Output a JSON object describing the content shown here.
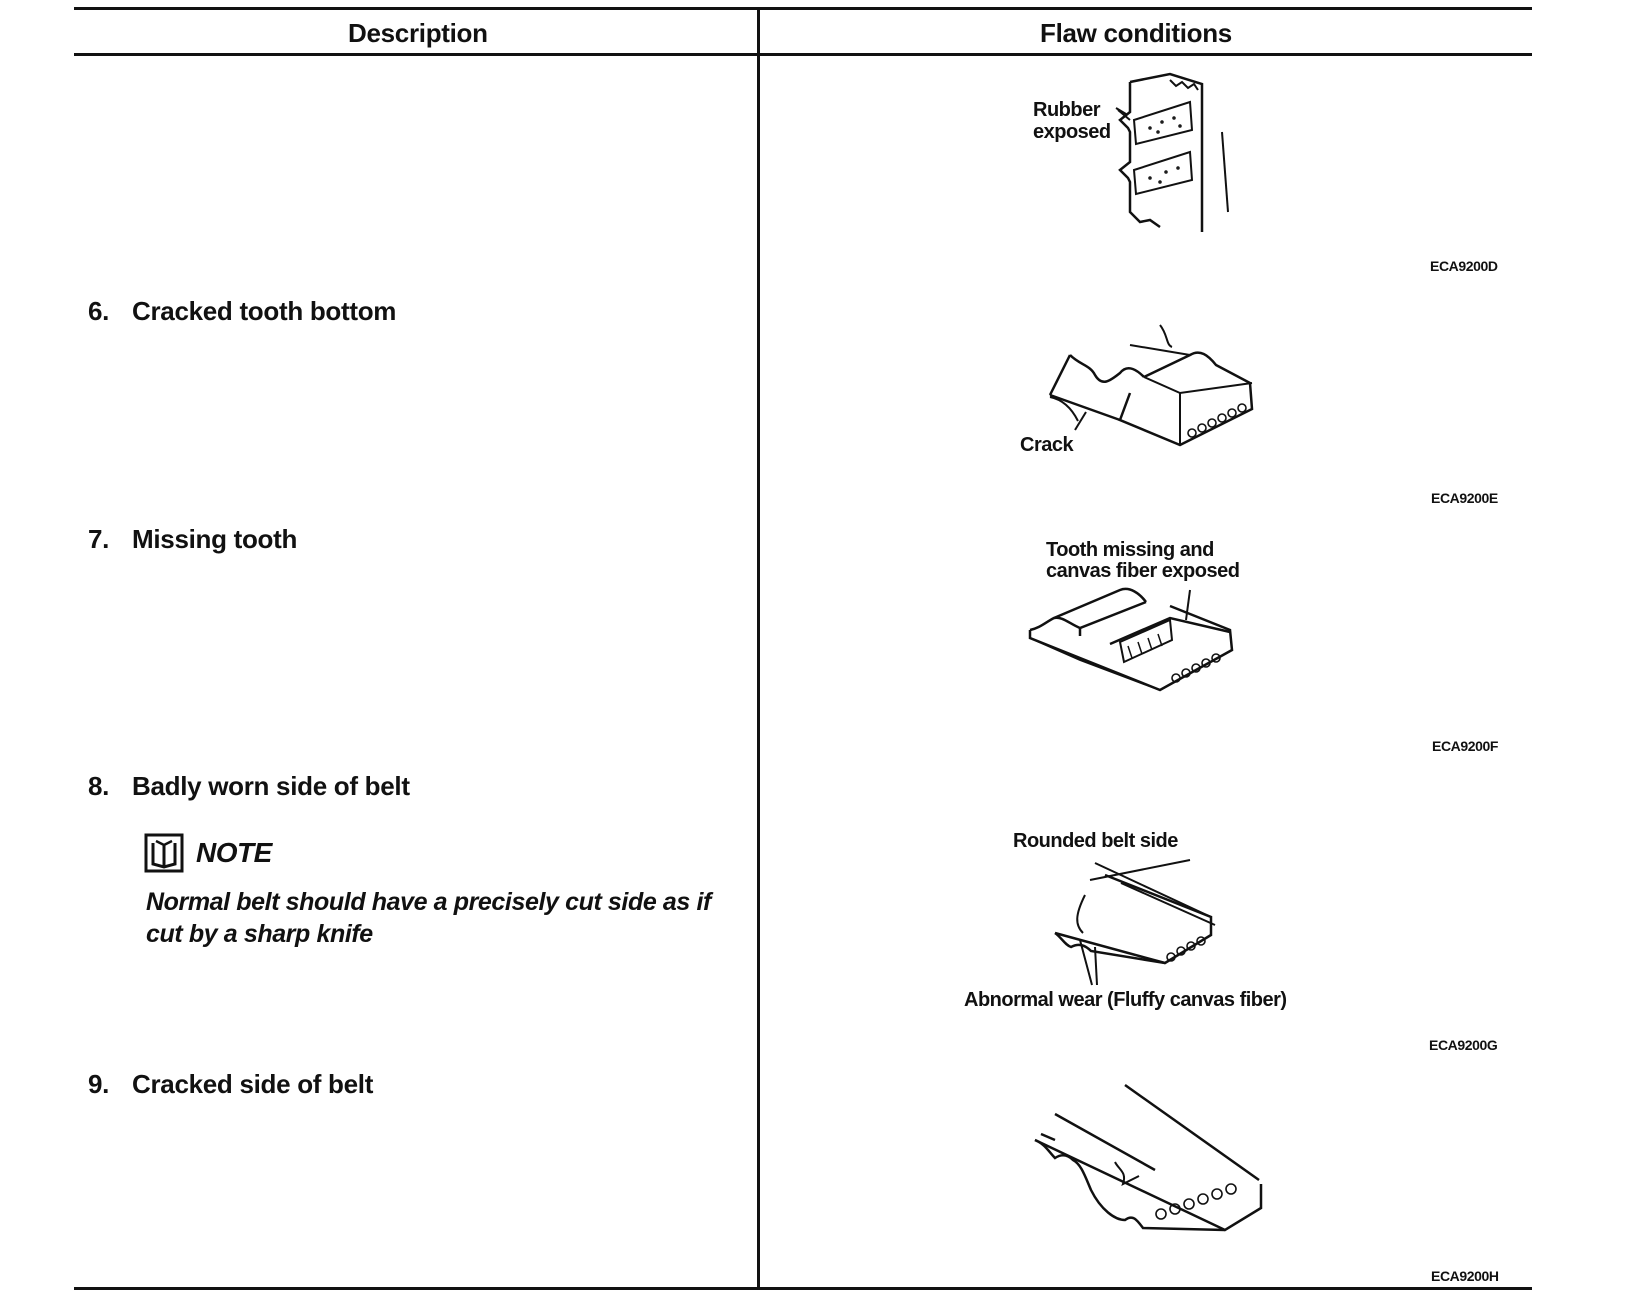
{
  "table": {
    "headers": {
      "description": "Description",
      "flaw_conditions": "Flaw conditions"
    }
  },
  "rows": [
    {
      "figure_labels": [
        "Rubber",
        "exposed"
      ],
      "code": "ECA9200D"
    },
    {
      "number": "6.",
      "text": "Cracked tooth bottom",
      "figure_labels": [
        "Crack"
      ],
      "code": "ECA9200E"
    },
    {
      "number": "7.",
      "text": "Missing tooth",
      "figure_labels": [
        "Tooth missing and",
        "canvas fiber exposed"
      ],
      "code": "ECA9200F"
    },
    {
      "number": "8.",
      "text": "Badly worn side of belt",
      "note": {
        "title": "NOTE",
        "lines": [
          "Normal belt should have a precisely cut side as if",
          "cut by a sharp knife"
        ]
      },
      "figure_labels": [
        "Rounded belt side",
        "Abnormal wear (Fluffy canvas fiber)"
      ],
      "code": "ECA9200G"
    },
    {
      "number": "9.",
      "text": "Cracked side of belt",
      "code": "ECA9200H"
    }
  ]
}
